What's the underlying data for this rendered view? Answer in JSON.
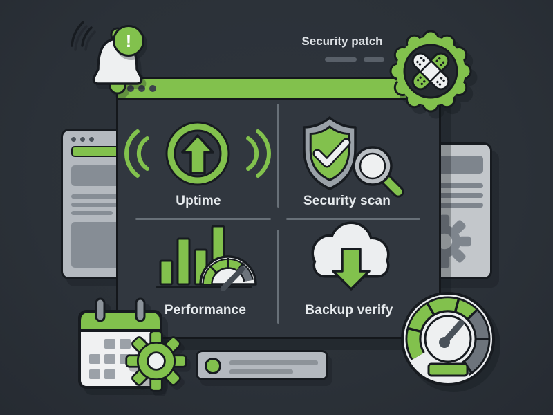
{
  "colors": {
    "bg": "#2b3138",
    "window": "#31373f",
    "green": "#82c14d",
    "outline": "#171b20",
    "light": "#eef0f1",
    "panel-gray": "#b4b9bf",
    "mid-gray": "#868d95",
    "dark-gray": "#6d747c",
    "text": "#e6eaed",
    "divider": "#687078"
  },
  "header": {
    "security_patch_label": "Security patch"
  },
  "monitor_window": {
    "controls": [
      "dot",
      "dot",
      "dot"
    ],
    "quadrants": [
      {
        "id": "uptime",
        "label": "Uptime",
        "icon": "uptime-signal-icon"
      },
      {
        "id": "security-scan",
        "label": "Security scan",
        "icon": "shield-scan-icon"
      },
      {
        "id": "performance",
        "label": "Performance",
        "icon": "bar-chart-gauge-icon"
      },
      {
        "id": "backup-verify",
        "label": "Backup verify",
        "icon": "cloud-download-icon"
      }
    ]
  },
  "performance_chart": {
    "type": "bar",
    "values": [
      34,
      66,
      50,
      84
    ]
  },
  "calendar": {
    "grid": [
      [
        0,
        1,
        1,
        1
      ],
      [
        1,
        1,
        1,
        1
      ],
      [
        1,
        1,
        0,
        0
      ]
    ]
  },
  "icons": [
    "notification-bell-icon",
    "alert-exclamation-icon",
    "patch-badge-icon",
    "uptime-signal-icon",
    "shield-scan-icon",
    "bar-chart-gauge-icon",
    "cloud-download-icon",
    "calendar-icon",
    "gear-icon",
    "speedometer-icon",
    "status-pill-icon"
  ]
}
